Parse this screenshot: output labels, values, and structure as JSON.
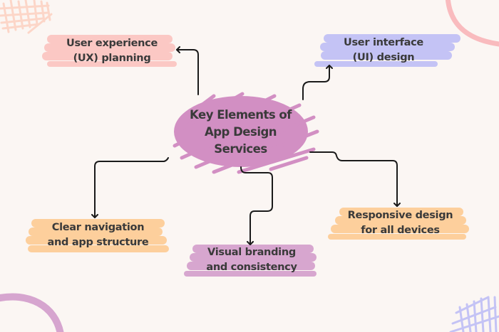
{
  "diagram": {
    "type": "mind-map",
    "central_topic": {
      "lines": [
        "Key Elements of",
        "App Design",
        "Services"
      ],
      "color": "#d28fc3"
    },
    "nodes": [
      {
        "id": "ux",
        "lines": [
          "User experience",
          "(UX) planning"
        ],
        "color": "#fbc8c4"
      },
      {
        "id": "ui",
        "lines": [
          "User interface",
          "(UI) design"
        ],
        "color": "#c4c3f5"
      },
      {
        "id": "nav",
        "lines": [
          "Clear navigation",
          "and app structure"
        ],
        "color": "#fdcf9c"
      },
      {
        "id": "branding",
        "lines": [
          "Visual branding",
          "and consistency"
        ],
        "color": "#d7a6cf"
      },
      {
        "id": "responsive",
        "lines": [
          "Responsive design",
          "for all devices"
        ],
        "color": "#fdcf9c"
      }
    ],
    "edges": [
      {
        "from": "central",
        "to": "ux"
      },
      {
        "from": "central",
        "to": "ui"
      },
      {
        "from": "central",
        "to": "nav"
      },
      {
        "from": "central",
        "to": "branding"
      },
      {
        "from": "central",
        "to": "responsive"
      }
    ],
    "colors": {
      "background": "#fbf6f3",
      "text": "#3a3a3a",
      "arrow": "#1a1a1a",
      "deco_top_left": "#fdd3c4",
      "deco_top_right": "#f8b5b8",
      "deco_bottom_left": "#d6a5cf",
      "deco_bottom_right": "#c4c3f5"
    }
  }
}
